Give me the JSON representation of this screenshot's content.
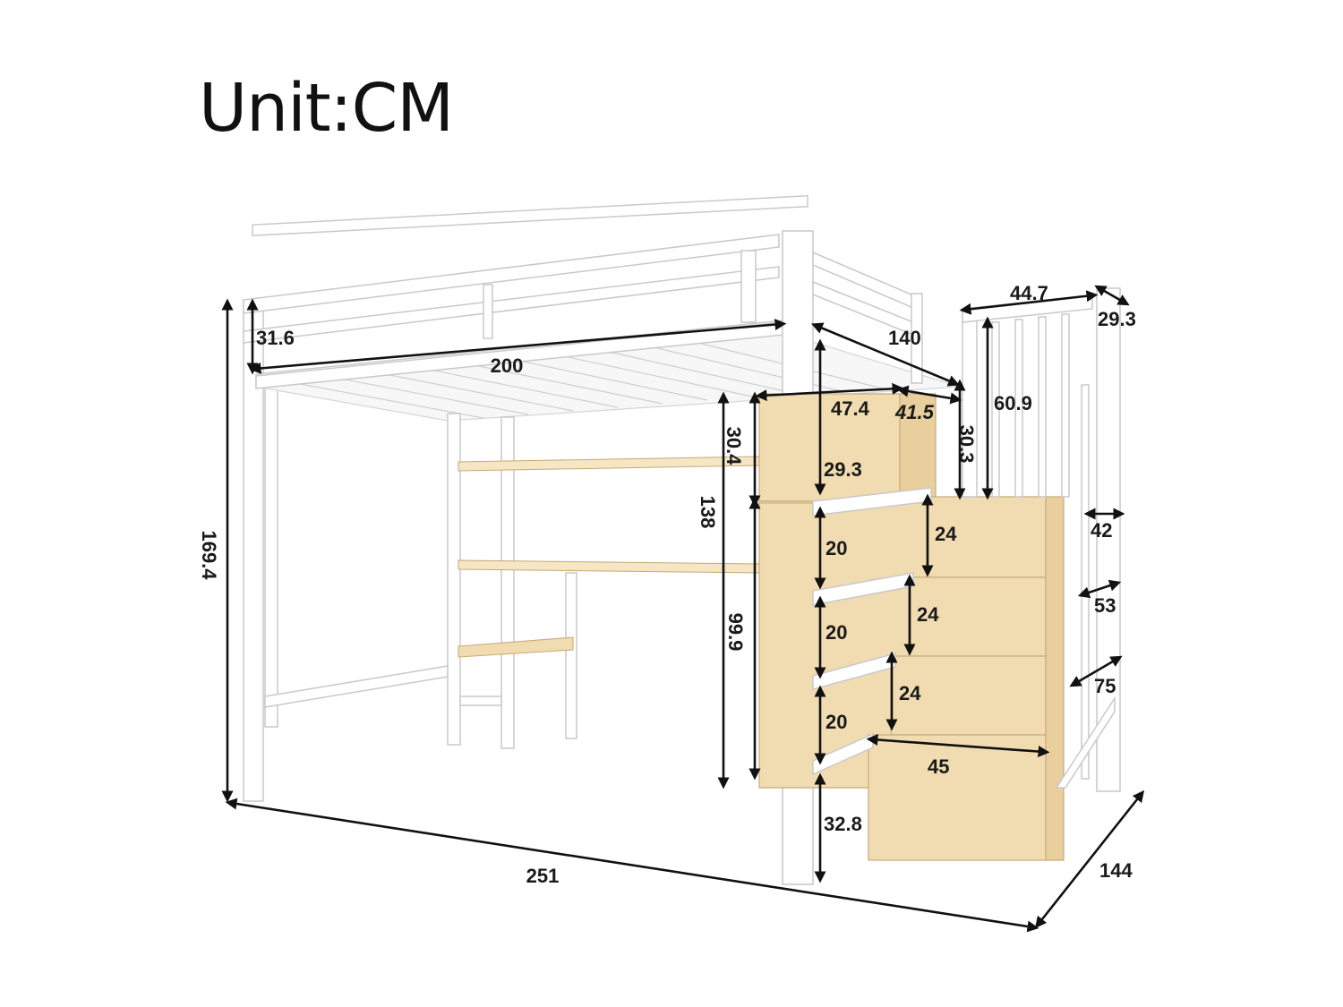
{
  "title": "Unit:CM",
  "dimensions": {
    "overall_height": "169.4",
    "guardrail_height": "31.6",
    "bed_length": "200",
    "bed_width": "140",
    "stair_top_width": "44.7",
    "stair_top_depth": "29.3",
    "rail_height": "60.9",
    "cabinet_width": "47.4",
    "cabinet_depth": "41.5",
    "top_cabinet_height": "30.4",
    "top_compartment_height": "30.3",
    "compartment_inner": "29.3",
    "under_bed_clearance": "138",
    "desk_height": "99.9",
    "shelf_1": "20",
    "shelf_2": "20",
    "shelf_3": "20",
    "step_1": "24",
    "step_2": "24",
    "step_3": "24",
    "handrail_1": "42",
    "handrail_2": "53",
    "handrail_3": "75",
    "step_depth": "45",
    "bottom_gap": "32.8",
    "total_length": "251",
    "total_width": "144"
  },
  "colors": {
    "frame": "#ffffff",
    "wood": "#f1dcb2",
    "arrow": "#111111"
  }
}
